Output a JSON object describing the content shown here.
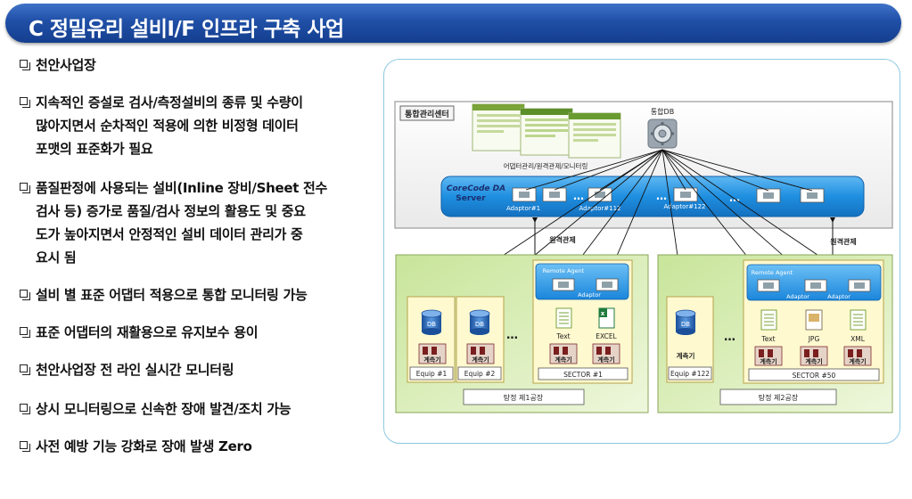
{
  "title": "C 정밀유리 설비I/F 인프라 구축 사업",
  "bullets": [
    "천안사업장",
    "지속적인 증설로 검사/측정설비의 종류 및 수량이",
    "많아지면서 순차적인 적용에 의한 비정형 데이터",
    "포맷의 표준화가 필요",
    " 품질판정에 사용되는 설비(Inline 장비/Sheet 전수",
    "검사 등) 증가로 품질/검사 정보의 활용도 및 중요",
    "도가 높아지면서 안정적인 설비 데이터 관리가 중",
    "요시 됨",
    "설비 별 표준 어댑터 적용으로 통합 모니터링 가능",
    "표준 어댑터의 재활용으로 유지보수 용이",
    "천안사업장 전 라인 실시간 모니터링",
    "상시 모니터링으로 신속한 장애 발견/조치 가능",
    "사전 예방 기능 강화로 장애 발생 Zero"
  ],
  "diagram": {
    "center_label": "통합관리센터",
    "db_label": "통합DB",
    "screens_caption": "어댑터관리/원격관제/모니터링",
    "server_title_1": "CoreCode DA",
    "server_title_2": "Server",
    "adaptor_1": "Adaptor#1",
    "adaptor_112": "Adaptor#112",
    "adaptor_122": "Adaptor#122",
    "ellipsis": "…",
    "remote_1": "원격관제",
    "remote_2": "원격관제",
    "remote_agent_1": "Remote Agent",
    "remote_agent_2": "Remote Agent",
    "adaptor_word": "Adaptor",
    "db_small": "DB",
    "meter": "계측기",
    "equip_1": "Equip #1",
    "equip_2": "Equip #2",
    "equip_122": "Equip #122",
    "sector_1": "SECTOR #1",
    "sector_50": "SECTOR #50",
    "file_text": "Text",
    "file_excel": "EXCEL",
    "file_jpg": "JPG",
    "file_xml": "XML",
    "factory_1": "탕정 제1공장",
    "factory_2": "탕정 제2공장",
    "colors": {
      "title_bar": "#1f4fa6",
      "server_bar": "#1f8fe0",
      "plant_bg": "#dff0b8"
    }
  }
}
